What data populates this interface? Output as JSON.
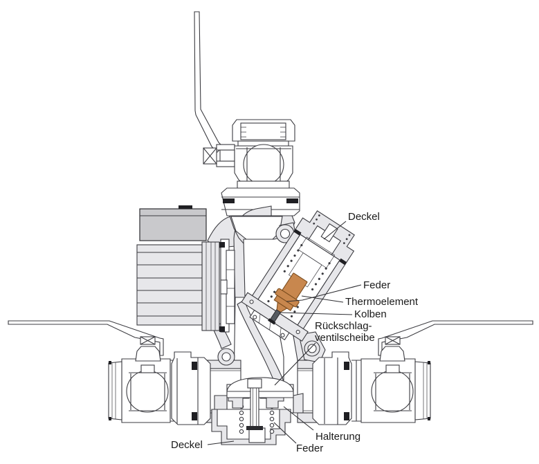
{
  "labels": {
    "deckel_top": "Deckel",
    "feder_top": "Feder",
    "thermoelement": "Thermoelement",
    "kolben": "Kolben",
    "rueckschlag_line1": "Rückschlag-",
    "rueckschlag_line2": "ventilscheibe",
    "halterung": "Halterung",
    "feder_bottom": "Feder",
    "deckel_bottom": "Deckel"
  },
  "colors": {
    "background": "#ffffff",
    "outline": "#3b3b40",
    "metal_light": "#e7e7ea",
    "metal_medium": "#c9c9cc",
    "seal_black": "#1f1f23",
    "thermoelement_fill": "#c8874e",
    "thermoelement_stroke": "#7a4c1e",
    "label_text": "#1a1a1a"
  }
}
